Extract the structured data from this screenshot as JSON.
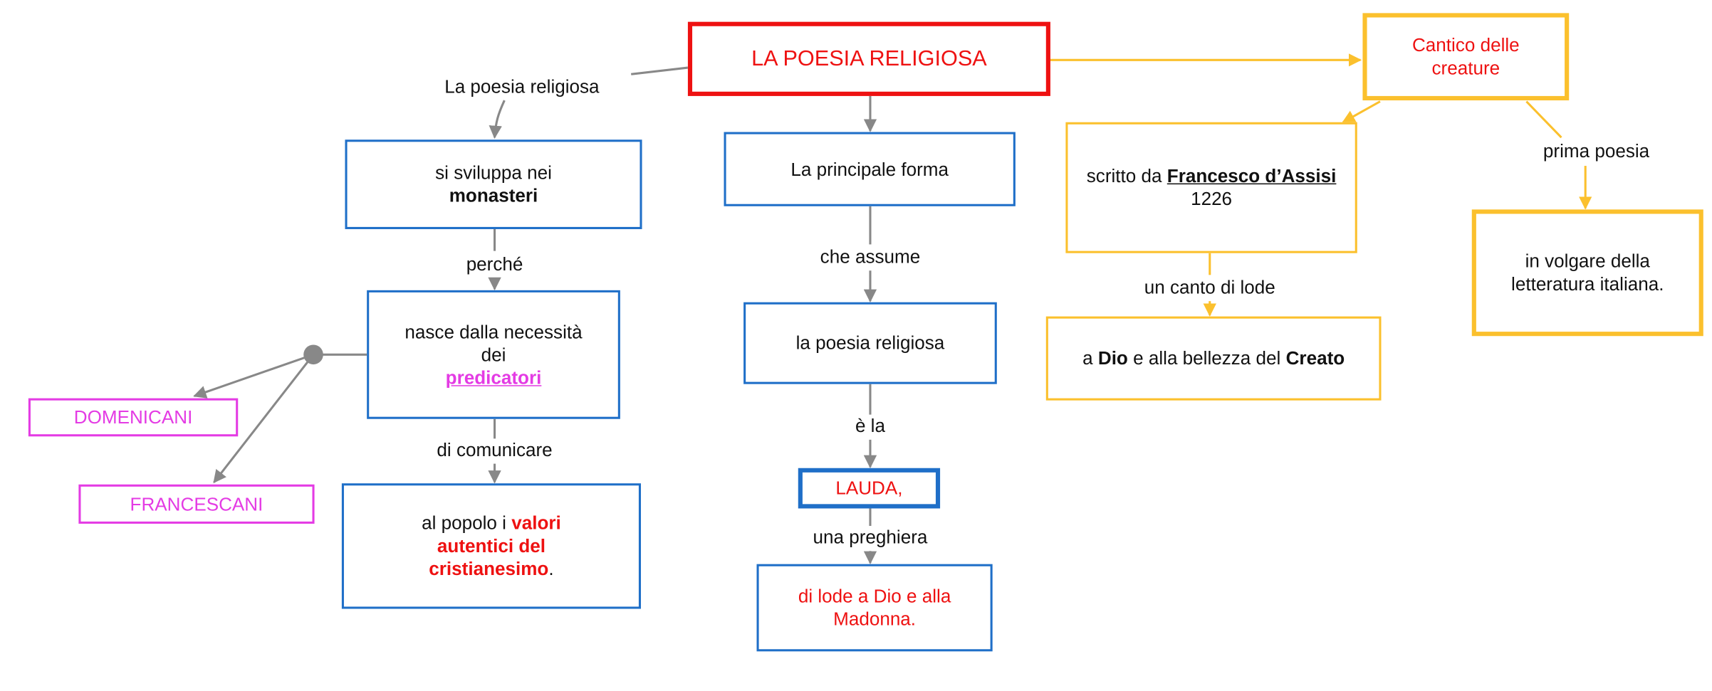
{
  "root": {
    "title": "LA POESIA RELIGIOSA"
  },
  "left_branch": {
    "link_label": "La poesia religiosa",
    "node1": {
      "text": "si sviluppa nei",
      "bold": "monasteri"
    },
    "link2": "perché",
    "node2": {
      "text": "nasce dalla necessità dei",
      "highlight": "predicatori"
    },
    "orders": [
      "DOMENICANI",
      "FRANCESCANI"
    ],
    "link3": "di comunicare",
    "node3": {
      "text": "al popolo i",
      "highlight": "valori autentici del cristianesimo",
      "end": "."
    }
  },
  "middle_branch": {
    "node1": "La principale forma",
    "link1": "che assume",
    "node2": "la poesia religiosa",
    "link2": "è la",
    "node3": "LAUDA,",
    "link3": "una preghiera",
    "node4": "di lode a Dio e alla Madonna."
  },
  "right_branch": {
    "cantico": "Cantico delle creature",
    "scritto": {
      "text": "scritto da",
      "author": "Francesco d’Assisi",
      "year": "1226"
    },
    "link1": "un canto di lode",
    "lode": {
      "pre": "a",
      "dio": "Dio",
      "mid": "e alla bellezza del",
      "creato": "Creato"
    },
    "link2": "prima poesia",
    "volgare": "in volgare della letteratura italiana."
  },
  "colors": {
    "blue": "#1f6fc8",
    "red": "#ee1111",
    "yellow": "#fbc02d",
    "magenta": "#e43be4",
    "connector": "#888888"
  }
}
